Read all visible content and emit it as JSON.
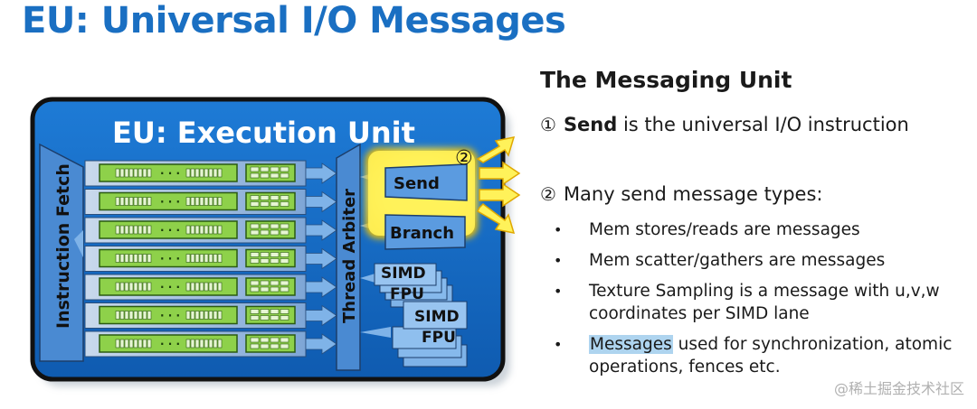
{
  "slide": {
    "title": "EU: Universal I/O Messages"
  },
  "diagram": {
    "heading": "EU: Execution Unit",
    "instruction_fetch": "Instruction Fetch",
    "thread_arbiter": "Thread Arbiter",
    "send": "Send",
    "branch": "Branch",
    "simd_fpu_1": [
      "SIMD",
      "FPU"
    ],
    "simd_fpu_2": [
      "SIMD",
      "FPU"
    ],
    "callout_marker": "②",
    "colors": {
      "eu_body": "#1565c0",
      "eu_frame": "#1a1a1a",
      "block_blue": "#4a90d9",
      "thread_green": "#8ed14a",
      "send_glow": "#f7e43a"
    }
  },
  "panel": {
    "heading": "The Messaging Unit",
    "point1": {
      "number": "①",
      "bold": "Send",
      "rest": " is the universal I/O instruction"
    },
    "point2": {
      "number": "②",
      "text": "Many send message types:"
    },
    "bullets": [
      {
        "text": "Mem stores/reads are messages"
      },
      {
        "text": "Mem scatter/gathers are messages"
      },
      {
        "text": "Texture Sampling is a message with u,v,w coordinates per SIMD lane"
      },
      {
        "highlight": "Messages",
        "text": " used for synchronization, atomic operations, fences etc."
      }
    ]
  },
  "watermark": "@稀土掘金技术社区"
}
